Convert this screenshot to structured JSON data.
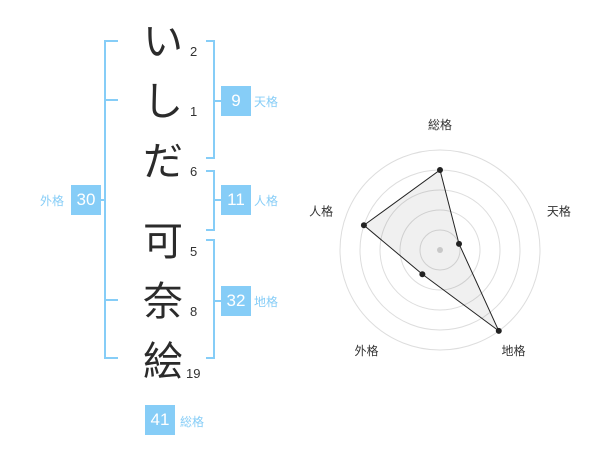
{
  "accent": "#86cdf7",
  "name_chars": [
    {
      "char": "い",
      "strokes": "2"
    },
    {
      "char": "し",
      "strokes": "1"
    },
    {
      "char": "だ",
      "strokes": "6"
    },
    {
      "char": "可",
      "strokes": "5"
    },
    {
      "char": "奈",
      "strokes": "8"
    },
    {
      "char": "絵",
      "strokes": "19"
    }
  ],
  "fortunes": {
    "tenkaku": {
      "value": "9",
      "label": "天格"
    },
    "jinkaku": {
      "value": "11",
      "label": "人格"
    },
    "chikaku": {
      "value": "32",
      "label": "地格"
    },
    "gaikaku": {
      "value": "30",
      "label": "外格"
    },
    "soukaku": {
      "value": "41",
      "label": "総格"
    }
  },
  "radar": {
    "axes": [
      "総格",
      "天格",
      "地格",
      "外格",
      "人格"
    ],
    "levels": 5,
    "max": 5,
    "values": [
      4,
      1,
      5,
      1.5,
      4
    ]
  }
}
